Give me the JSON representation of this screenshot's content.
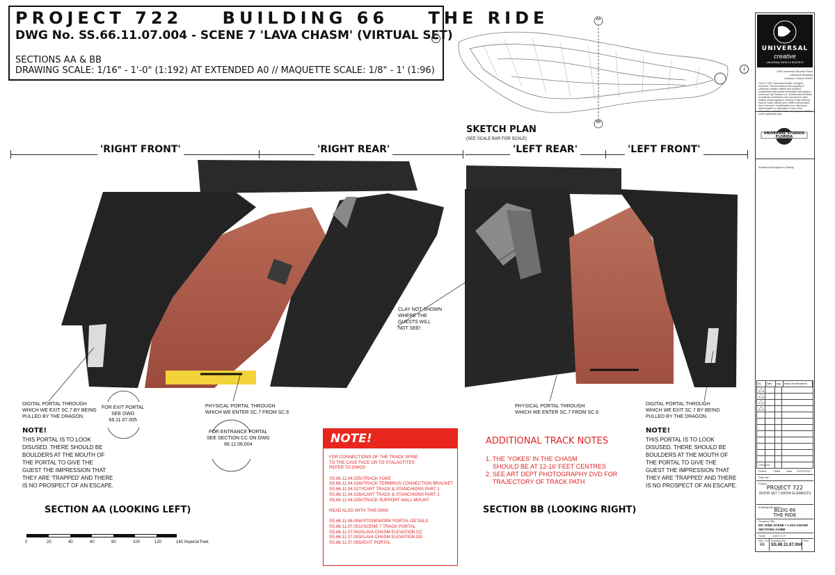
{
  "header": {
    "project_title": "PROJECT 722    BUILDING 66    THE RIDE",
    "drawing_number": "DWG No. SS.66.11.07.004 - SCENE 7 'LAVA CHASM' (VIRTUAL SET)",
    "sections_label": "SECTIONS AA & BB",
    "drawing_scale": "DRAWING SCALE: 1/16\" - 1'-0\" (1:192) AT EXTENDED A0 // MAQUETTE SCALE: 1/8\" - 1' (1:96)",
    "info_symbol": "i"
  },
  "sketch_plan": {
    "title": "SKETCH PLAN",
    "subtitle": "(SEE SCALE BAR FOR SCALE)",
    "marker_a": "AA",
    "marker_b": "BB"
  },
  "section_aa": {
    "label_right_front": "'RIGHT FRONT'",
    "label_right_rear": "'RIGHT REAR'",
    "digital_portal": "DIGITAL PORTAL THROUGH\nWHICH WE EXIT SC.7 BY BEING\nPULLED BY THE DRAGON.",
    "exit_portal": "FOR EXIT PORTAL\nSEE DWG\n66.11.07.005",
    "physical_portal": "PHYSICAL PORTAL THROUGH\nWHICH WE ENTER SC.7 FROM SC.6",
    "entrance_portal": "FOR ENTRANCE PORTAL\nSEE SECTION CC ON DWG\n66.11.06.004",
    "note_heading": "NOTE!",
    "note_body": "THIS PORTAL IS TO LOOK\nDISUSED. THERE SHOULD BE\nBOULDERS AT THE MOUTH OF\nTHE PORTAL TO GIVE THE\nGUEST THE IMPRESSION THAT\nTHEY ARE 'TRAPPED' AND THERE\nIS NO PROSPECT OF AN ESCAPE.",
    "title": "SECTION AA (LOOKING LEFT)"
  },
  "section_bb": {
    "label_left_rear": "'LEFT REAR'",
    "label_left_front": "'LEFT FRONT'",
    "clay_note": "CLAY NOT SHOWN\nWHERE THE\nGUESTS WILL\nNOT SEE!",
    "physical_portal": "PHYSICAL PORTAL THROUGH\nWHICH WE ENTER SC.7 FROM SC.6",
    "digital_portal": "DIGITAL PORTAL THROUGH\nWHICH WE EXIT SC.7 BY BEING\nPULLED BY THE DRAGON.",
    "note_heading": "NOTE!",
    "note_body": "THIS PORTAL IS TO LOOK\nDISUSED. THERE SHOULD BE\nBOULDERS AT THE MOUTH OF\nTHE PORTAL TO GIVE THE\nGUEST THE IMPRESSION THAT\nTHEY ARE 'TRAPPED' AND THERE\nIS NO PROSPECT OF AN ESCAPE.",
    "title": "SECTION BB (LOOKING RIGHT)"
  },
  "red_note": {
    "heading": "NOTE!",
    "lines": [
      "FOR CONNECTIONS OF THE TRACK SPINE",
      "TO THE CAVE FACE OR TO STALAGTITES",
      "REFER TO DWGS",
      "",
      "SS.66.11.04.025//TRACK YOKE",
      "SS.66.11.04.026//TRACK TERMINUS CONNECTION BRACKET",
      "SS.66.11.04.027//CART TRACK & STANCHIONS PART 1",
      "SS.66.11.04.028//CART TRACK & STANCHIONS PART 2",
      "SS.66.11.04.029//TRACK SUPPORT WALL MOUNT",
      "",
      "READ ALSO WITH THIS DWG",
      "",
      "SS.66.11.06.004//STONEWORK PORTAL DETAILS",
      "SS.66.11.07.001//SCENE 7 TRACK PORTAL",
      "SS.66.11.07.002//LAVA CHASM ELEVATION CC",
      "SS.66.11.07.003//LAVA CHASM ELEVATION DD",
      "SS.66.11.07.005//EXIT PORTAL"
    ]
  },
  "track_notes": {
    "heading": "ADDITIONAL TRACK NOTES",
    "item1": "1. THE 'YOKES' IN THE CHASM\n    SHOULD BE AT 12-16' FEET CENTRES",
    "item2": "2. SEE ART DEPT PHOTOGRAPHY DVD FOR\n    TRAJECTORY OF TRACK PATH"
  },
  "scale_bar": {
    "ticks": [
      "0",
      "20",
      "40",
      "60",
      "80",
      "100",
      "120",
      "140 Imperial Feet"
    ]
  },
  "title_block": {
    "brand_top": "UNIVERSAL",
    "brand_sub": "creative",
    "brand_tag": "UNIVERSAL PARKS & RESORTS",
    "address": "1000 Universal Studios Plaza\nLakewood Building\nOrlando, Florida 32819",
    "copyright": "TM & © 2012 Universal Studios. All rights reserved. This document is the property of Universal, creative affects and contains confidential trade secret information belonging to Universal City Studios LLC. Unauthorized release of material contained in this document to third parties, photocopying or sharing of this material may be made without prior written authorization from Universal. Unauthorized use, disclosure, dissemination or duplication of any of the information contained herein may result in liability under applicable laws.",
    "park_logo": "UNIVERSAL STUDIOS\nFLORIDA",
    "stamp_label": "Architect's/Engineer's Stamp",
    "rev_headers": [
      "No.",
      "Date",
      "App",
      "Issues and Revisions"
    ],
    "checked": "Checked",
    "drawn": "Drawn",
    "drawn_initials": "NWA",
    "date_label": "Date",
    "date_value": "29.03.2012",
    "date_file": "Date file",
    "project_label": "Project",
    "project_name": "PROJECT 722",
    "project_sub": "SHOW SET / SHOW ELEMENTS",
    "building_label": "Building/Attraction",
    "building_name": "BLDG 66\nTHE RIDE",
    "drawing_title_label": "Drawing Title",
    "drawing_title": "INT. RIDE SCENE 7 LAVA CHASM\nSECTIONS AA/BB",
    "scale_label": "Scale",
    "scale_value": "1/16\"=1'-0\"",
    "dec_no_label": "Dec. No.",
    "dec_no": "66",
    "drawing_no_label": "Drawing No.",
    "drawing_no": "SS.66.11.07.004",
    "rev_label": "Rev"
  }
}
